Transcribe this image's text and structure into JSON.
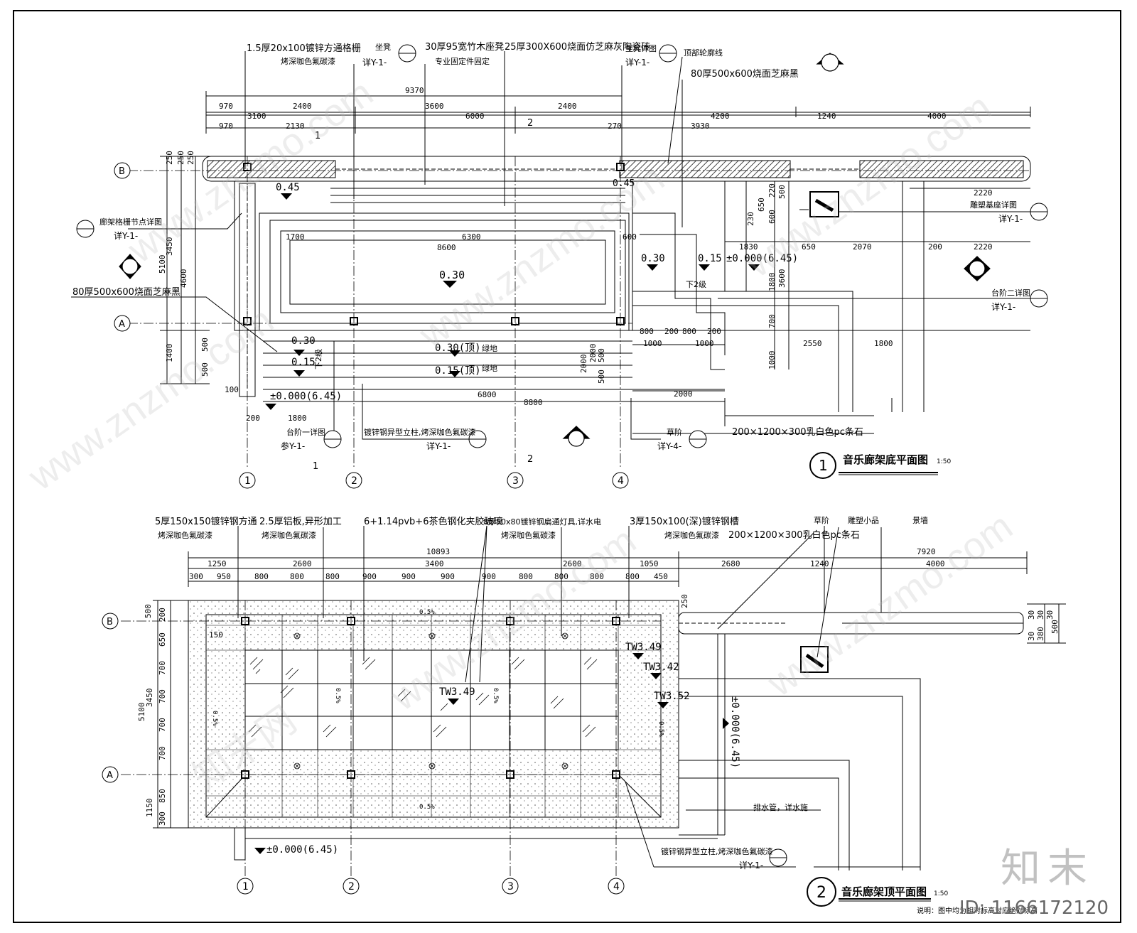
{
  "plan1": {
    "title": "音乐廊架底平面图",
    "number": "1",
    "scale": "1:50",
    "notes": {
      "n1a": "1.5厚20x100镀锌方通格栅",
      "n1b": "烤深咖色氟碳漆",
      "n2a": "坐凳",
      "n2b": "详Y-1-",
      "n3a": "30厚95宽竹木座凳",
      "n3b": "专业固定件固定",
      "n4": "25厚300X600烧面仿芝麻灰陶瓷砖",
      "n5a": "坐凳详图",
      "n5b": "详Y-1-",
      "n6": "顶部轮廓线",
      "n7": "80厚500x600烧面芝麻黑",
      "n8a": "廊架格栅节点详图",
      "n8b": "详Y-1-",
      "n9": "80厚500x600烧面芝麻黑",
      "n10a": "雕塑基座详图",
      "n10b": "详Y-1-",
      "n11a": "台阶二详图",
      "n11b": "详Y-1-",
      "n12a": "台阶一详图",
      "n12b": "参Y-1-",
      "n13a": "镀锌钢异型立柱,烤深咖色氟碳漆",
      "n13b": "详Y-1-",
      "n14a": "草阶",
      "n14b": "详Y-4-",
      "n15": "200×1200×300乳白色pc条石"
    },
    "levels": [
      "0.45",
      "0.45",
      "0.30",
      "0.30",
      "0.15",
      "±0.000(6.45)",
      "0.30",
      "0.15",
      "0.30(顶)",
      "0.15(顶)",
      "±0.000(6.45)"
    ],
    "labels": [
      "绿地",
      "绿地",
      "下2级",
      "下2级"
    ],
    "dims_top": [
      "9370",
      "970",
      "2400",
      "3600",
      "2400",
      "3100",
      "6000",
      "4200",
      "1240",
      "4000",
      "970",
      "2130",
      "270",
      "3930"
    ],
    "dims_mid": [
      "1700",
      "6300",
      "600",
      "8600",
      "1830",
      "650",
      "2070",
      "200",
      "2220",
      "2220",
      "800",
      "200",
      "800",
      "200",
      "1000",
      "1000",
      "2550",
      "1800",
      "6800",
      "8800",
      "2000",
      "100",
      "200",
      "1800"
    ],
    "dims_left": [
      "250",
      "250",
      "250",
      "3450",
      "5100",
      "4600",
      "1400",
      "500",
      "500"
    ],
    "dims_right": [
      "220",
      "500",
      "230",
      "650",
      "600",
      "1800",
      "3600",
      "700",
      "1000",
      "2000",
      "2000",
      "500",
      "500"
    ],
    "axes": [
      "1",
      "2",
      "3",
      "4",
      "A",
      "B"
    ],
    "section_marks": [
      "1",
      "1",
      "2",
      "2"
    ]
  },
  "plan2": {
    "title": "音乐廊架顶平面图",
    "number": "2",
    "scale": "1:50",
    "notes": {
      "m1a": "5厚150x150镀锌钢方通",
      "m1b": "烤深咖色氟碳漆",
      "m2a": "2.5厚铝板,异形加工",
      "m2b": "烤深咖色氟碳漆",
      "m3": "6+1.14pvb+6茶色钢化夹胶玻璃",
      "m4a": "8厚50x80镀锌钢扁通灯具,详水电",
      "m4b": "烤深咖色氟碳漆",
      "m5a": "3厚150x100(深)镀锌钢槽",
      "m5b": "烤深咖色氟碳漆",
      "m6": "草阶",
      "m7": "雕塑小品",
      "m8": "景墙",
      "m9": "200×1200×300乳白色pc条石",
      "m10": "排水管，详水施",
      "m11a": "镀锌钢异型立柱,烤深咖色氟碳漆",
      "m11b": "详Y-1-"
    },
    "levels": [
      "TW3.49",
      "TW3.42",
      "TW3.49",
      "TW3.52",
      "±0.000(6.45)",
      "±0.000(6.45)"
    ],
    "slopes": [
      "0.5%",
      "0.5%",
      "0.5%",
      "0.5%",
      "0.5%",
      "0.5%"
    ],
    "dims_top": [
      "10893",
      "7920",
      "1250",
      "2600",
      "3400",
      "2600",
      "1050",
      "2680",
      "1240",
      "4000",
      "300",
      "950",
      "800",
      "800",
      "800",
      "900",
      "900",
      "900",
      "900",
      "800",
      "800",
      "800",
      "800",
      "450"
    ],
    "dims_left": [
      "500",
      "200",
      "650",
      "700",
      "700",
      "700",
      "700",
      "850",
      "300",
      "3450",
      "5100",
      "1150",
      "150",
      "250"
    ],
    "dims_right": [
      "30",
      "30",
      "380",
      "30",
      "500",
      "30"
    ],
    "axes": [
      "1",
      "2",
      "3",
      "4",
      "A",
      "B"
    ]
  },
  "footnote": "说明：图中均为相对标高对应绝对标高",
  "watermark": "www.znzmo.com",
  "watermark_cn": "知末网",
  "logo": "知末",
  "id_tag": "ID: 1166172120"
}
